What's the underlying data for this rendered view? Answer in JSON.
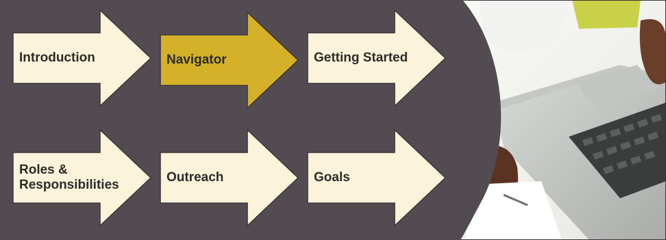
{
  "colors": {
    "panel": "#534b52",
    "arrow_default": "#fbf4da",
    "arrow_active": "#d4b128",
    "arrow_stroke": "#3a343a"
  },
  "nav": {
    "active": "navigator",
    "items": [
      {
        "id": "introduction",
        "label": "Introduction"
      },
      {
        "id": "navigator",
        "label": "Navigator"
      },
      {
        "id": "getting-started",
        "label": "Getting Started"
      },
      {
        "id": "roles",
        "label": "Roles &\nResponsibilities"
      },
      {
        "id": "outreach",
        "label": "Outreach"
      },
      {
        "id": "goals",
        "label": "Goals"
      }
    ]
  }
}
